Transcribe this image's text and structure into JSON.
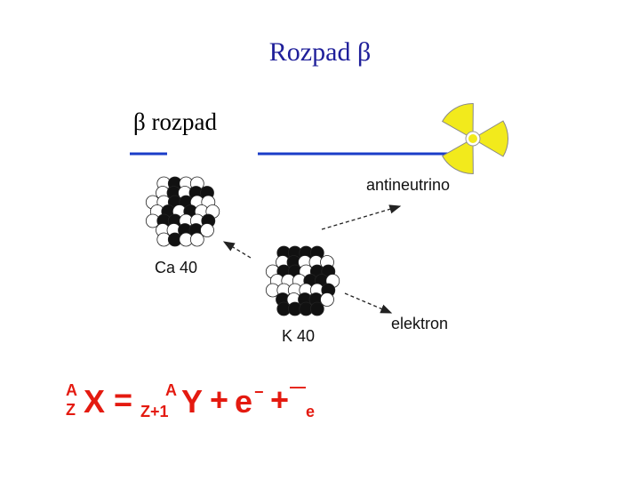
{
  "slide": {
    "title": "Rozpad β",
    "subtitle": "β rozpad",
    "labels": {
      "antineutrino": "antineutrino",
      "ca": "Ca 40",
      "k": "K 40",
      "electron": "elektron"
    },
    "formula": {
      "A1": "A",
      "Z1": "Z",
      "X": "X",
      "eq": "=",
      "A2": "A",
      "Z2": "Z+1",
      "Y": "Y",
      "plus1": "+",
      "e": "e",
      "eminus": "−",
      "plus2": "+",
      "bar": "—",
      "nu": "e"
    }
  },
  "colors": {
    "title": "#1f1f9a",
    "rule": "#1a3cc8",
    "formula": "#e41a10",
    "trefoil": "#f2ea1c"
  },
  "icons": [
    "radiation-hazard-icon",
    "nucleus-ca40",
    "nucleus-k40"
  ]
}
